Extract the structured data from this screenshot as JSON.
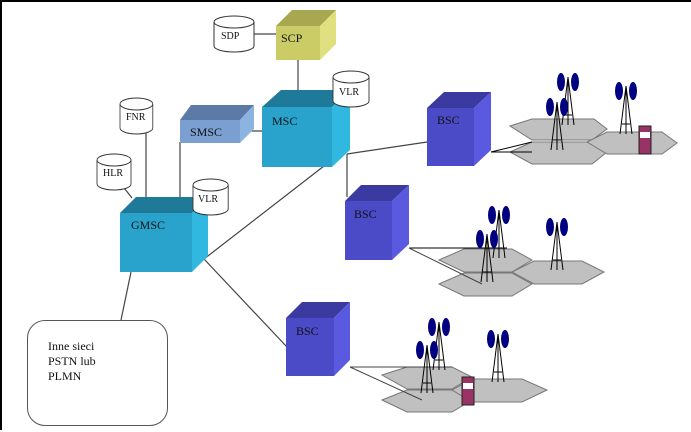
{
  "diagram": {
    "type": "gsm-network-architecture",
    "nodes": {
      "scp": {
        "label": "SCP"
      },
      "sdp": {
        "label": "SDP"
      },
      "msc": {
        "label": "MSC"
      },
      "msc_vlr": {
        "label": "VLR"
      },
      "smsc": {
        "label": "SMSC"
      },
      "fnr": {
        "label": "FNR"
      },
      "hlr": {
        "label": "HLR"
      },
      "gmsc": {
        "label": "GMSC"
      },
      "gmsc_vlr": {
        "label": "VLR"
      },
      "bsc1": {
        "label": "BSC"
      },
      "bsc2": {
        "label": "BSC"
      },
      "bsc3": {
        "label": "BSC"
      },
      "other_networks": {
        "lines": [
          "Inne sieci",
          "PSTN lub",
          "PLMN"
        ]
      }
    },
    "colors": {
      "scp": "#cccc66",
      "msc": "#2aa3cc",
      "smsc": "#7a9fd0",
      "bsc": "#4b4bc8",
      "cell": "#c0c0c0",
      "antenna": "#000080",
      "mobile": "#993366"
    },
    "edges": [
      [
        "sdp",
        "scp"
      ],
      [
        "scp",
        "msc"
      ],
      [
        "smsc",
        "msc"
      ],
      [
        "smsc",
        "gmsc"
      ],
      [
        "fnr",
        "gmsc"
      ],
      [
        "hlr",
        "gmsc"
      ],
      [
        "gmsc",
        "msc"
      ],
      [
        "gmsc",
        "bsc3"
      ],
      [
        "gmsc",
        "other_networks"
      ],
      [
        "msc",
        "bsc1"
      ],
      [
        "msc",
        "bsc2"
      ],
      [
        "bsc1",
        "cells1"
      ],
      [
        "bsc2",
        "cells2"
      ],
      [
        "bsc3",
        "cells3"
      ]
    ]
  }
}
